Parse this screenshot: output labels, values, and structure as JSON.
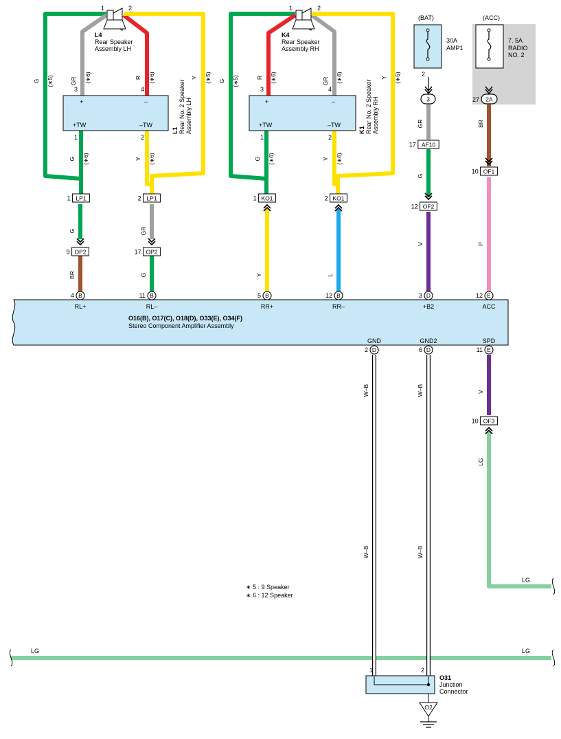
{
  "colors": {
    "green": "#00a651",
    "gray": "#a0a0a0",
    "red": "#e8242a",
    "yellow": "#ffe100",
    "blue": "#1ca8e6",
    "brown": "#a0522d",
    "violet": "#6a2f91",
    "pink": "#f28dbd",
    "light_green": "#86d0a0",
    "white_black": "#ffffff",
    "box_fill": "#c8e8f8",
    "acc_panel": "#d4d4d4"
  },
  "components": {
    "l4": {
      "code": "L4",
      "name1": "Rear Speaker",
      "name2": "Assembly LH",
      "pin1": "1",
      "pin2": "2"
    },
    "k4": {
      "code": "K4",
      "name1": "Rear Speaker",
      "name2": "Assembly RH",
      "pin1": "1",
      "pin2": "2"
    },
    "l1": {
      "code": "L1",
      "name1": "Rear No. 2 Speaker",
      "name2": "Assembly LH",
      "plus": "+",
      "minus": "–",
      "tw_plus": "+TW",
      "tw_minus": "–TW",
      "pins": [
        "3",
        "4",
        "1",
        "2"
      ]
    },
    "k1": {
      "code": "K1",
      "name1": "Rear No. 2 Speaker",
      "name2": "Assembly RH",
      "plus": "+",
      "minus": "–",
      "tw_plus": "+TW",
      "tw_minus": "–TW",
      "pins": [
        "3",
        "4",
        "1",
        "2"
      ]
    },
    "bat": {
      "label": "(BAT)",
      "rating": "30A",
      "name": "AMP1",
      "pin": "2",
      "conn": "3"
    },
    "acc": {
      "label": "(ACC)",
      "rating": "7. 5A",
      "name1": "RADIO",
      "name2": "NO. 2",
      "pin": "27",
      "conn": "2A"
    },
    "amp": {
      "title": "O16(B), O17(C), O18(D), O33(E), O34(F)",
      "name": "Stereo Component Amplifier Assembly",
      "top_pins": [
        {
          "num": "4",
          "conn": "B",
          "label": "RL+"
        },
        {
          "num": "11",
          "conn": "B",
          "label": "RL–"
        },
        {
          "num": "5",
          "conn": "B",
          "label": "RR+"
        },
        {
          "num": "12",
          "conn": "B",
          "label": "RR–"
        },
        {
          "num": "3",
          "conn": "D",
          "label": "+B2"
        },
        {
          "num": "12",
          "conn": "E",
          "label": "ACC"
        }
      ],
      "bottom_pins": [
        {
          "num": "2",
          "conn": "D",
          "label": "GND"
        },
        {
          "num": "6",
          "conn": "D",
          "label": "GND2"
        },
        {
          "num": "11",
          "conn": "E",
          "label": "SPD"
        }
      ]
    },
    "o31": {
      "code": "O31",
      "name1": "Junction",
      "name2": "Connector",
      "pin1": "1",
      "pin2": "2",
      "ground": "O2"
    }
  },
  "connectors": {
    "lp1_a": {
      "num": "1",
      "name": "LP1"
    },
    "lp1_b": {
      "num": "2",
      "name": "LP1"
    },
    "ko1_a": {
      "num": "1",
      "name": "KO1"
    },
    "ko1_b": {
      "num": "2",
      "name": "KO1"
    },
    "op2_a": {
      "num": "9",
      "name": "OP2"
    },
    "op2_b": {
      "num": "17",
      "name": "OP2"
    },
    "af10": {
      "num": "17",
      "name": "AF10"
    },
    "of2": {
      "num": "12",
      "name": "OF2"
    },
    "of1": {
      "num": "10",
      "name": "OF1"
    },
    "of3": {
      "num": "10",
      "name": "OF3"
    }
  },
  "wires": {
    "g": "G",
    "gr": "GR",
    "r": "R",
    "y": "Y",
    "br": "BR",
    "l": "L",
    "v": "V",
    "p": "P",
    "lg": "LG",
    "wb": "W–B",
    "star5": "(∗5)",
    "star6": "(∗6)"
  },
  "notes": [
    "∗ 5 : 9 Speaker",
    "∗ 6 : 12 Speaker"
  ]
}
